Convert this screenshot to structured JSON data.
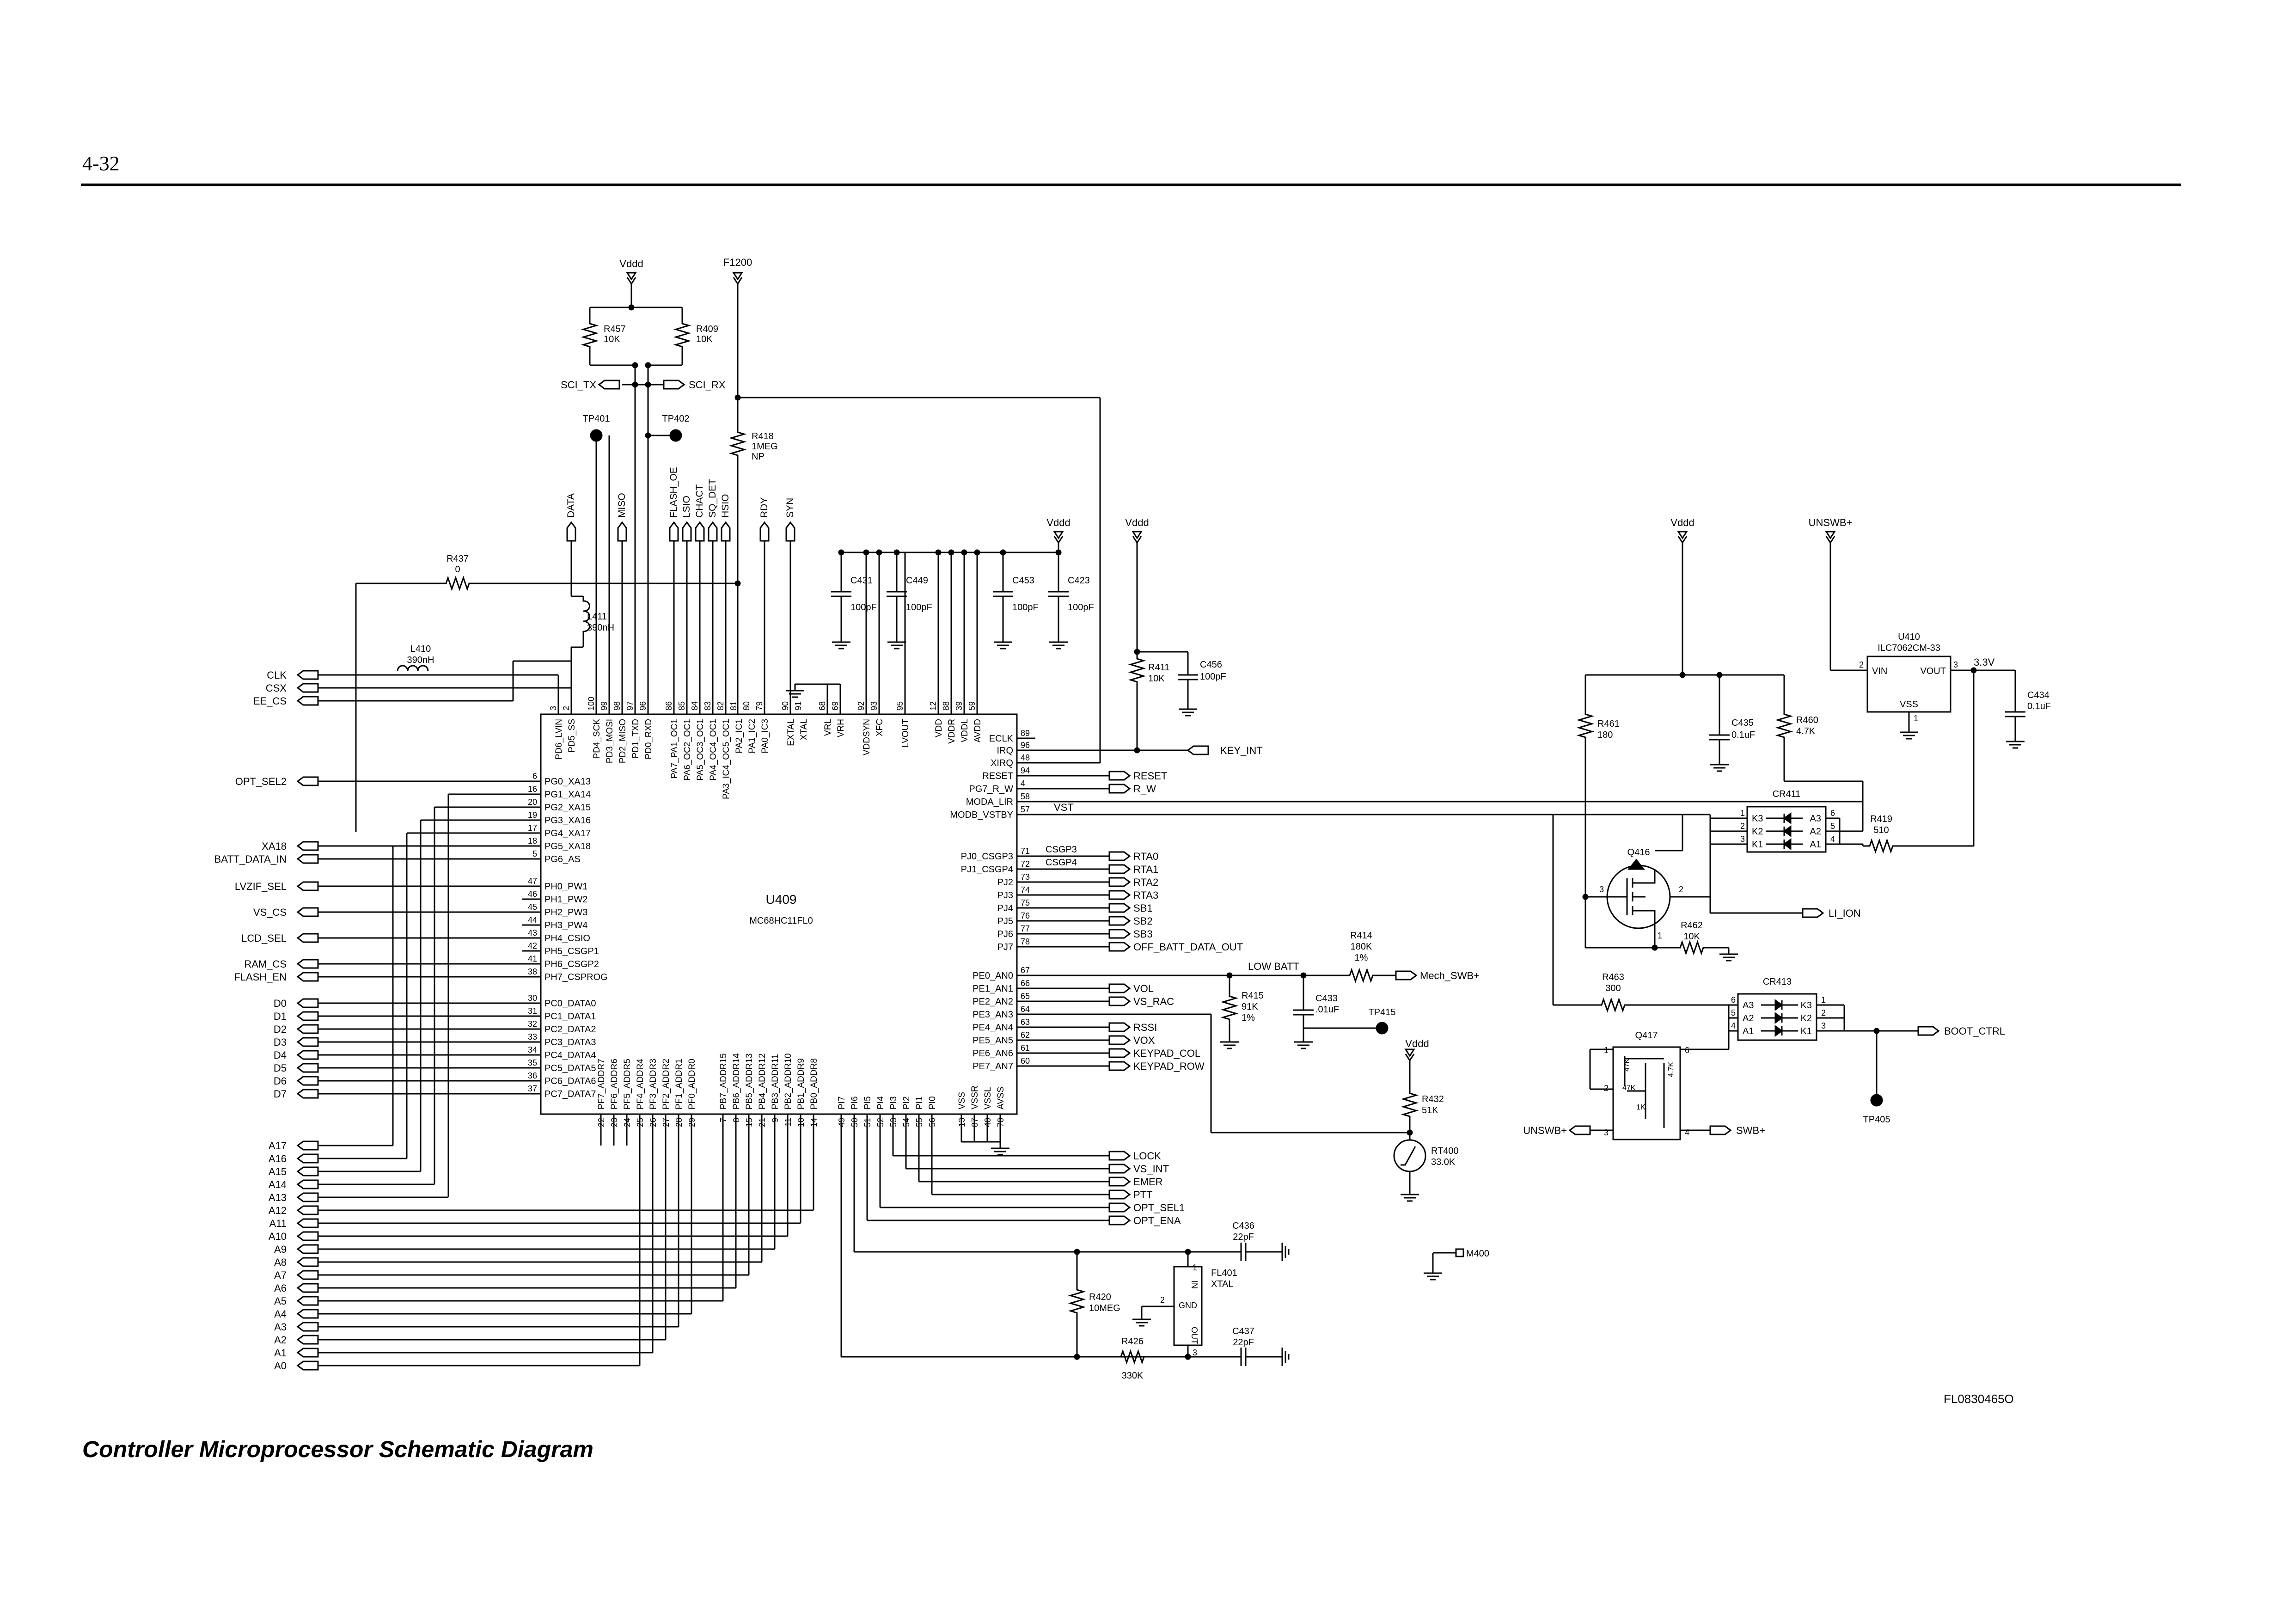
{
  "page_number": "4-32",
  "caption": "Controller  Microprocessor Schematic Diagram",
  "drawing_id": "FL0830465O",
  "u409": {
    "ref": "U409",
    "part": "MC68HC11FL0",
    "left_pins": [
      {
        "num": "6",
        "name": "PG0_XA13"
      },
      {
        "num": "16",
        "name": "PG1_XA14"
      },
      {
        "num": "20",
        "name": "PG2_XA15"
      },
      {
        "num": "19",
        "name": "PG3_XA16"
      },
      {
        "num": "17",
        "name": "PG4_XA17"
      },
      {
        "num": "18",
        "name": "PG5_XA18"
      },
      {
        "num": "5",
        "name": "PG6_AS"
      },
      {
        "num": "47",
        "name": "PH0_PW1"
      },
      {
        "num": "46",
        "name": "PH1_PW2"
      },
      {
        "num": "45",
        "name": "PH2_PW3"
      },
      {
        "num": "44",
        "name": "PH3_PW4"
      },
      {
        "num": "43",
        "name": "PH4_CSIO"
      },
      {
        "num": "42",
        "name": "PH5_CSGP1"
      },
      {
        "num": "41",
        "name": "PH6_CSGP2"
      },
      {
        "num": "38",
        "name": "PH7_CSPROG"
      },
      {
        "num": "30",
        "name": "PC0_DATA0"
      },
      {
        "num": "31",
        "name": "PC1_DATA1"
      },
      {
        "num": "32",
        "name": "PC2_DATA2"
      },
      {
        "num": "33",
        "name": "PC3_DATA3"
      },
      {
        "num": "34",
        "name": "PC4_DATA4"
      },
      {
        "num": "35",
        "name": "PC5_DATA5"
      },
      {
        "num": "36",
        "name": "PC6_DATA6"
      },
      {
        "num": "37",
        "name": "PC7_DATA7"
      }
    ],
    "top_pins": [
      {
        "num": "3",
        "name": "PD6_LVIN"
      },
      {
        "num": "2",
        "name": "PD5_SS"
      },
      {
        "num": "100",
        "name": "PD4_SCK"
      },
      {
        "num": "99",
        "name": "PD3_MOSI"
      },
      {
        "num": "98",
        "name": "PD2_MISO"
      },
      {
        "num": "97",
        "name": "PD1_TXD"
      },
      {
        "num": "96",
        "name": "PD0_RXD"
      },
      {
        "num": "86",
        "name": "PA7_PA1_OC1"
      },
      {
        "num": "85",
        "name": "PA6_OC2_OC1"
      },
      {
        "num": "84",
        "name": "PA5_OC3_OC1"
      },
      {
        "num": "83",
        "name": "PA4_OC4_OC1"
      },
      {
        "num": "82",
        "name": "PA3_IC4_OC5_OC1"
      },
      {
        "num": "81",
        "name": "PA2_IC1"
      },
      {
        "num": "80",
        "name": "PA1_IC2"
      },
      {
        "num": "79",
        "name": "PA0_IC3"
      },
      {
        "num": "90",
        "name": "EXTAL"
      },
      {
        "num": "91",
        "name": "XTAL"
      },
      {
        "num": "68",
        "name": "VRL"
      },
      {
        "num": "69",
        "name": "VRH"
      },
      {
        "num": "92",
        "name": "VDDSYN"
      },
      {
        "num": "93",
        "name": "XFC"
      },
      {
        "num": "95",
        "name": "LVOUT"
      },
      {
        "num": "12",
        "name": "VDD"
      },
      {
        "num": "88",
        "name": "VDDR"
      },
      {
        "num": "39",
        "name": "VDDL"
      },
      {
        "num": "59",
        "name": "AVDD"
      }
    ],
    "right_upper_pins": [
      {
        "num": "89",
        "name": "ECLK"
      },
      {
        "num": "96",
        "name": "IRQ"
      },
      {
        "num": "48",
        "name": "XIRQ"
      },
      {
        "num": "94",
        "name": "RESET"
      },
      {
        "num": "4",
        "name": "PG7_R_W"
      },
      {
        "num": "58",
        "name": "MODA_LIR"
      },
      {
        "num": "57",
        "name": "MODB_VSTBY"
      }
    ],
    "right_pj_pins": [
      {
        "num": "71",
        "name": "PJ0_CSGP3"
      },
      {
        "num": "72",
        "name": "PJ1_CSGP4"
      },
      {
        "num": "73",
        "name": "PJ2"
      },
      {
        "num": "74",
        "name": "PJ3"
      },
      {
        "num": "75",
        "name": "PJ4"
      },
      {
        "num": "76",
        "name": "PJ5"
      },
      {
        "num": "77",
        "name": "PJ6"
      },
      {
        "num": "78",
        "name": "PJ7"
      }
    ],
    "right_pe_pins": [
      {
        "num": "67",
        "name": "PE0_AN0"
      },
      {
        "num": "66",
        "name": "PE1_AN1"
      },
      {
        "num": "65",
        "name": "PE2_AN2"
      },
      {
        "num": "64",
        "name": "PE3_AN3"
      },
      {
        "num": "63",
        "name": "PE4_AN4"
      },
      {
        "num": "62",
        "name": "PE5_AN5"
      },
      {
        "num": "61",
        "name": "PE6_AN6"
      },
      {
        "num": "60",
        "name": "PE7_AN7"
      }
    ],
    "bottom_pins": [
      {
        "num": "22",
        "name": "PF7_ADDR7"
      },
      {
        "num": "23",
        "name": "PF6_ADDR6"
      },
      {
        "num": "24",
        "name": "PF5_ADDR5"
      },
      {
        "num": "25",
        "name": "PF4_ADDR4"
      },
      {
        "num": "26",
        "name": "PF3_ADDR3"
      },
      {
        "num": "27",
        "name": "PF2_ADDR2"
      },
      {
        "num": "28",
        "name": "PF1_ADDR1"
      },
      {
        "num": "29",
        "name": "PF0_ADDR0"
      },
      {
        "num": "7",
        "name": "PB7_ADDR15"
      },
      {
        "num": "8",
        "name": "PB6_ADDR14"
      },
      {
        "num": "15",
        "name": "PB5_ADDR13"
      },
      {
        "num": "21",
        "name": "PB4_ADDR12"
      },
      {
        "num": "9",
        "name": "PB3_ADDR11"
      },
      {
        "num": "11",
        "name": "PB2_ADDR10"
      },
      {
        "num": "10",
        "name": "PB1_ADDR9"
      },
      {
        "num": "14",
        "name": "PB0_ADDR8"
      },
      {
        "num": "49",
        "name": "PI7"
      },
      {
        "num": "50",
        "name": "PI6"
      },
      {
        "num": "51",
        "name": "PI5"
      },
      {
        "num": "52",
        "name": "PI4"
      },
      {
        "num": "53",
        "name": "PI3"
      },
      {
        "num": "54",
        "name": "PI2"
      },
      {
        "num": "55",
        "name": "PI1"
      },
      {
        "num": "56",
        "name": "PI0"
      },
      {
        "num": "13",
        "name": "VSS"
      },
      {
        "num": "87",
        "name": "VSSR"
      },
      {
        "num": "40",
        "name": "VSSL"
      },
      {
        "num": "70",
        "name": "AVSS"
      }
    ]
  },
  "left_signals": {
    "top": [
      "CLK",
      "CSX",
      "EE_CS"
    ],
    "opt": "OPT_SEL2",
    "xa18": "XA18",
    "batt": "BATT_DATA_IN",
    "ph": [
      "LVZIF_SEL",
      "VS_CS",
      "LCD_SEL",
      "RAM_CS",
      "FLASH_EN"
    ],
    "data": [
      "D0",
      "D1",
      "D2",
      "D3",
      "D4",
      "D5",
      "D6",
      "D7"
    ],
    "address": [
      "A17",
      "A16",
      "A15",
      "A14",
      "A13",
      "A12",
      "A11",
      "A10",
      "A9",
      "A8",
      "A7",
      "A6",
      "A5",
      "A4",
      "A3",
      "A2",
      "A1",
      "A0"
    ]
  },
  "top_signals": {
    "vddd": "Vddd",
    "f1200": "F1200",
    "sci_tx": "SCI_TX",
    "sci_rx": "SCI_RX",
    "tp401": "TP401",
    "tp402": "TP402",
    "vertical": [
      "DATA",
      "MISO",
      "FLASH_OE",
      "LSIO",
      "CHACT",
      "SQ_DET",
      "HSIO",
      "RDY",
      "SYN"
    ]
  },
  "right_signals": {
    "key_int": "KEY_INT",
    "reset": "RESET",
    "r_w": "R_W",
    "vst": "VST",
    "csgp3": "CSGP3",
    "csgp4": "CSGP4",
    "pj": [
      "RTA0",
      "RTA1",
      "RTA2",
      "RTA3",
      "SB1",
      "SB2",
      "SB3",
      "OFF_BATT_DATA_OUT"
    ],
    "low_batt": "LOW BATT",
    "mech_swb": "Mech_SWB+",
    "pe": [
      "VOL",
      "VS_RAC",
      "RSSI",
      "VOX",
      "KEYPAD_COL",
      "KEYPAD_ROW"
    ],
    "pi": [
      "LOCK",
      "VS_INT",
      "EMER",
      "PTT",
      "OPT_SEL1",
      "OPT_ENA"
    ],
    "tp415": "TP415",
    "m400": "M400"
  },
  "components": {
    "R457": {
      "ref": "R457",
      "value": "10K"
    },
    "R409": {
      "ref": "R409",
      "value": "10K"
    },
    "R418": {
      "ref": "R418",
      "value": "1MEG",
      "note": "NP"
    },
    "R437": {
      "ref": "R437",
      "value": "0"
    },
    "L411": {
      "ref": "L411",
      "value": "390nH"
    },
    "L410": {
      "ref": "L410",
      "value": "390nH"
    },
    "C431": {
      "ref": "C431",
      "value": "100pF"
    },
    "C449": {
      "ref": "C449",
      "value": "100pF"
    },
    "C453": {
      "ref": "C453",
      "value": "100pF"
    },
    "C423": {
      "ref": "C423",
      "value": "100pF"
    },
    "R411": {
      "ref": "R411",
      "value": "10K"
    },
    "C456": {
      "ref": "C456",
      "value": "100pF"
    },
    "R414": {
      "ref": "R414",
      "value": "180K",
      "tol": "1%"
    },
    "R415": {
      "ref": "R415",
      "value": "91K",
      "tol": "1%"
    },
    "C433": {
      "ref": "C433",
      "value": ".01uF"
    },
    "R432": {
      "ref": "R432",
      "value": "51K"
    },
    "RT400": {
      "ref": "RT400",
      "value": "33.0K"
    },
    "C436": {
      "ref": "C436",
      "value": "22pF"
    },
    "C437": {
      "ref": "C437",
      "value": "22pF"
    },
    "R420": {
      "ref": "R420",
      "value": "10MEG"
    },
    "R426": {
      "ref": "R426",
      "value": "330K"
    },
    "FL401": {
      "ref": "FL401",
      "value": "XTAL",
      "pins": [
        "IN",
        "GND",
        "OUT"
      ]
    },
    "R461": {
      "ref": "R461",
      "value": "180"
    },
    "C435": {
      "ref": "C435",
      "value": "0.1uF"
    },
    "R460": {
      "ref": "R460",
      "value": "4.7K"
    },
    "U410": {
      "ref": "U410",
      "part": "ILC7062CM-33",
      "vin": "VIN",
      "vout": "VOUT",
      "vss": "VSS"
    },
    "C434": {
      "ref": "C434",
      "value": "0.1uF"
    },
    "v33": "3.3V",
    "CR411": {
      "ref": "CR411",
      "left": [
        "K3",
        "K2",
        "K1"
      ],
      "right": [
        "A3",
        "A2",
        "A1"
      ]
    },
    "R419": {
      "ref": "R419",
      "value": "510"
    },
    "Q416": {
      "ref": "Q416"
    },
    "R462": {
      "ref": "R462",
      "value": "10K"
    },
    "li_ion": "LI_ION",
    "R463": {
      "ref": "R463",
      "value": "300"
    },
    "CR413": {
      "ref": "CR413",
      "left": [
        "A3",
        "A2",
        "A1"
      ],
      "right": [
        "K3",
        "K2",
        "K1"
      ]
    },
    "Q417": {
      "ref": "Q417",
      "r1": "47K",
      "r2": "47K",
      "r3": "4.7K",
      "r4": "1K"
    },
    "boot_ctrl": "BOOT_CTRL",
    "tp405": "TP405",
    "unswb": "UNSWB+",
    "swb": "SWB+"
  }
}
